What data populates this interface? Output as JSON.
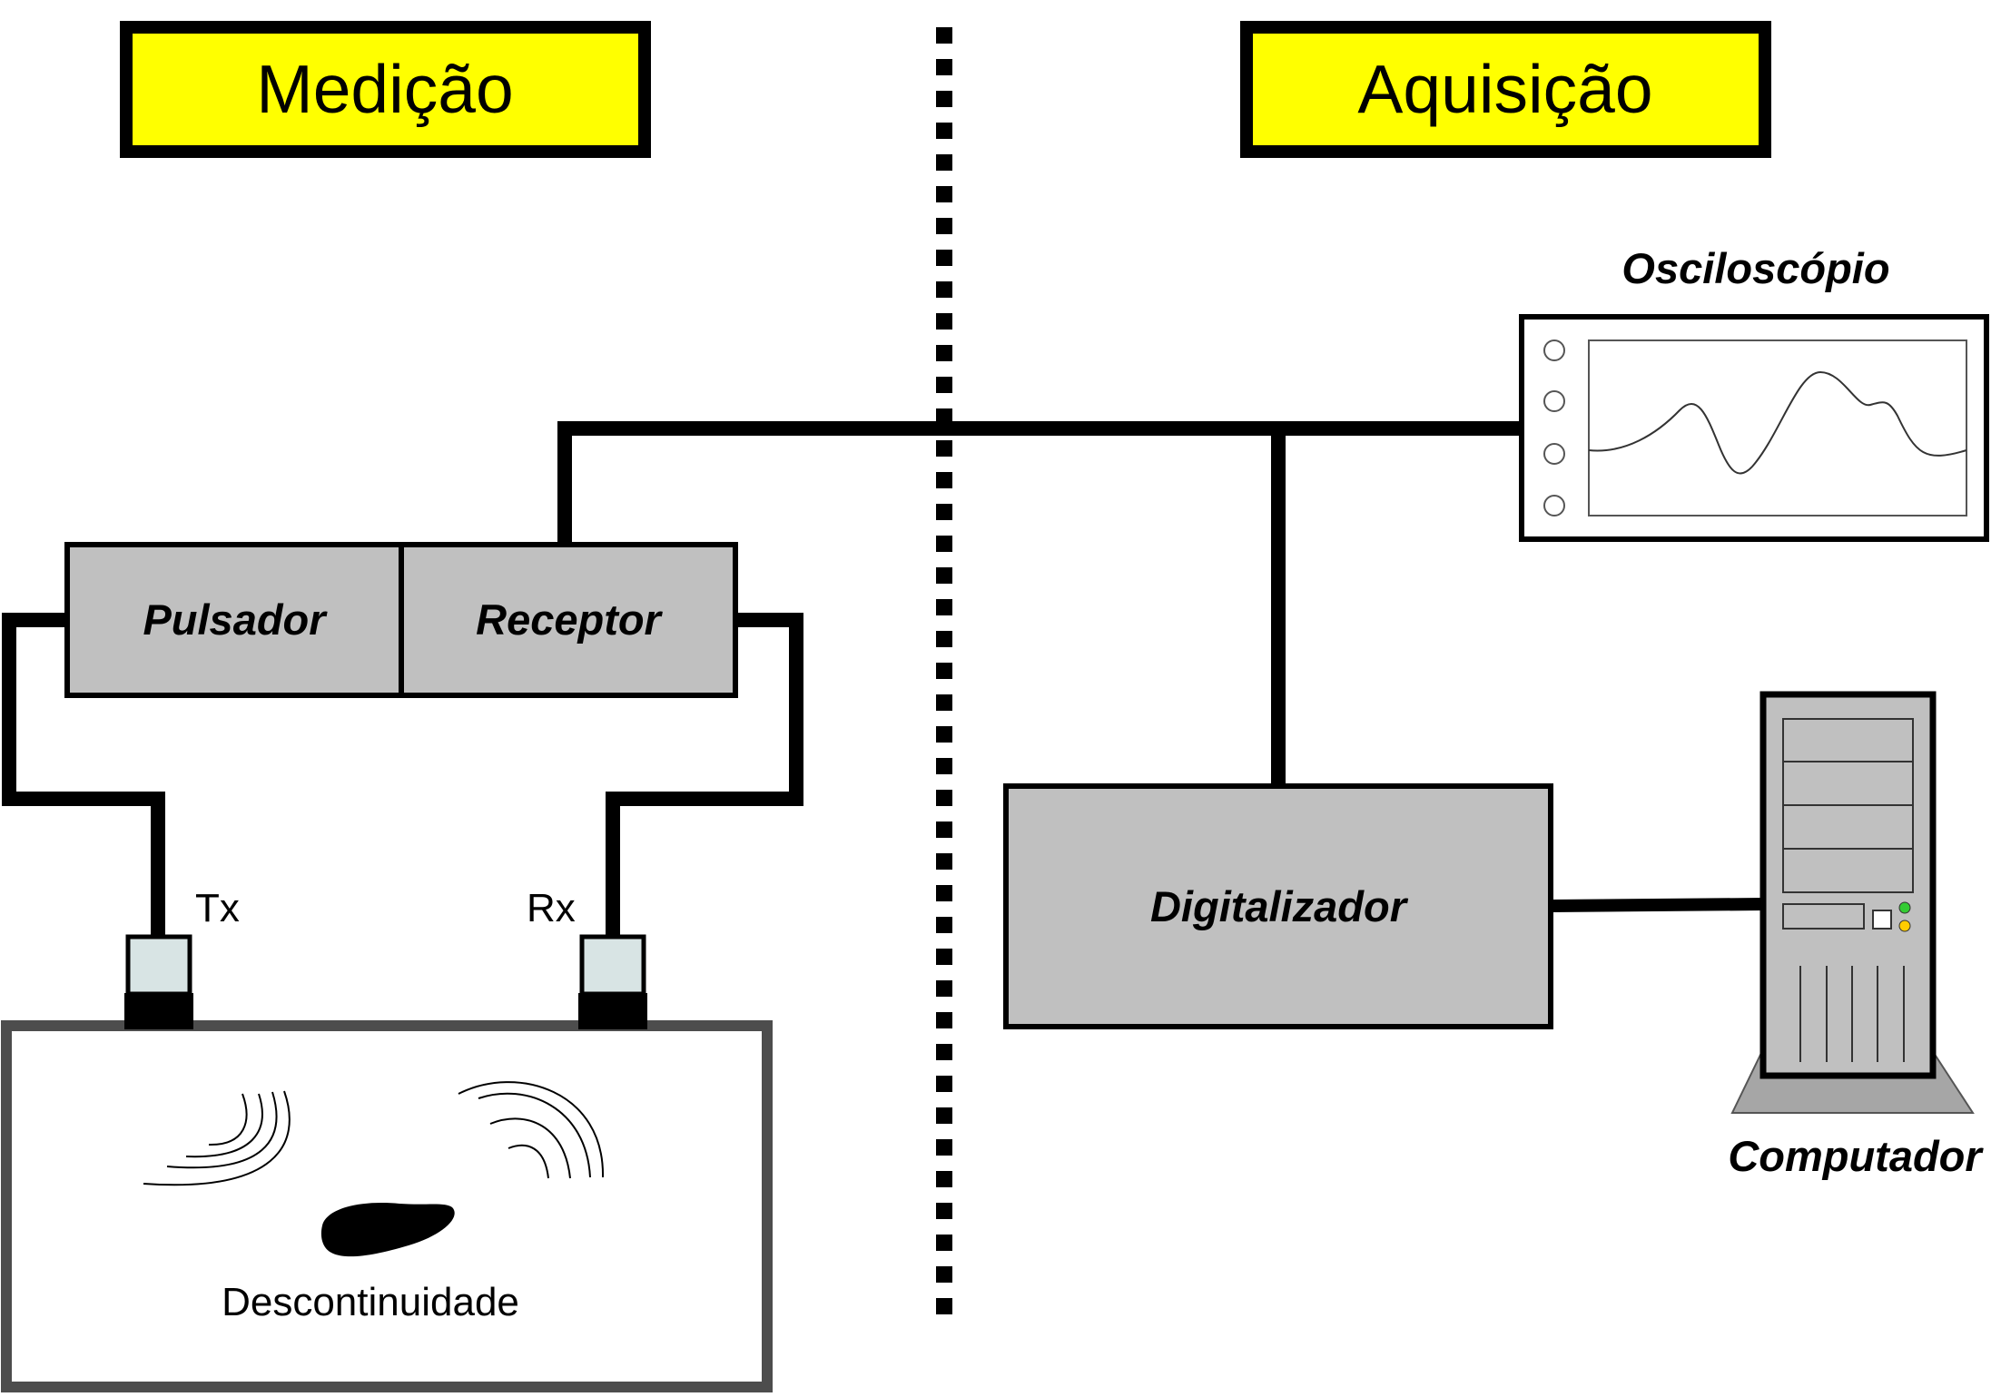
{
  "headers": {
    "measurement": "Medição",
    "acquisition": "Aquisição"
  },
  "components": {
    "pulser": "Pulsador",
    "receiver": "Receptor",
    "digitizer": "Digitalizador",
    "oscilloscope": "Osciloscópio",
    "computer": "Computador"
  },
  "transducers": {
    "transmitter": "Tx",
    "receiver": "Rx"
  },
  "specimen": {
    "defect_label": "Descontinuidade"
  },
  "colors": {
    "header_fill": "#ffff00",
    "device_fill": "#c0c0c0",
    "transducer_face": "#d8e4e4",
    "specimen_border": "#4d4d4d",
    "led_green": "#33cc33",
    "led_yellow": "#ffcc00"
  }
}
